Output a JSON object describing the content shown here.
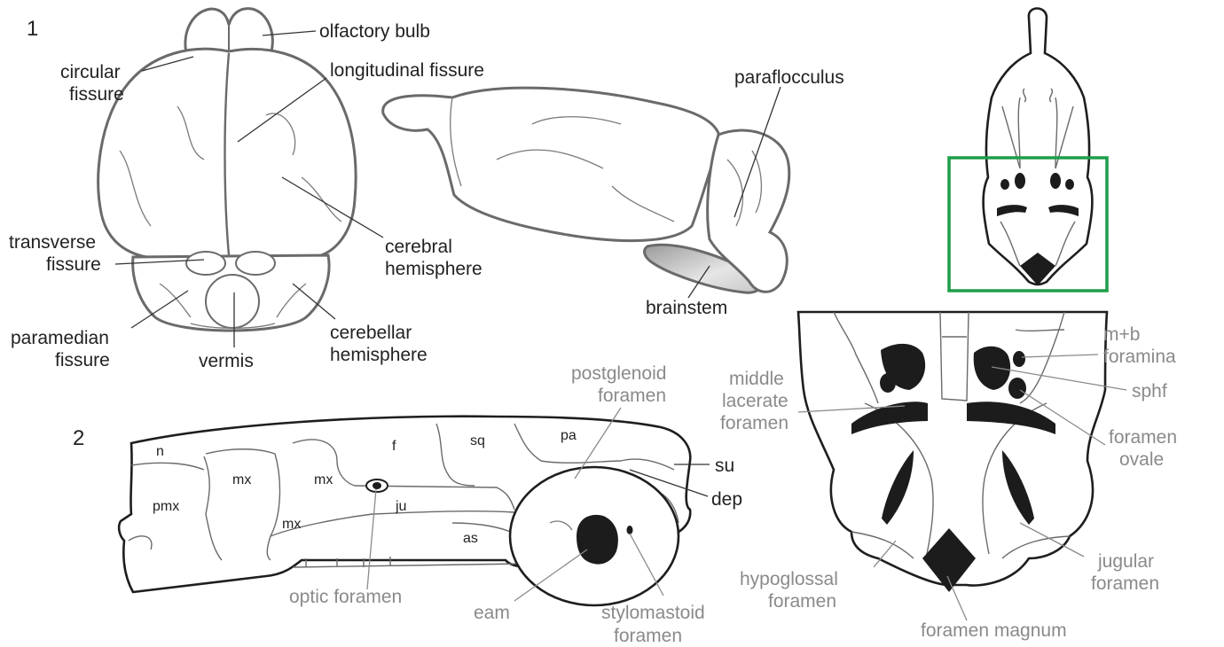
{
  "panels": {
    "one": "1",
    "two": "2"
  },
  "brain_labels": {
    "olfactory_bulb": "olfactory bulb",
    "circular_fissure": [
      "circular",
      "fissure"
    ],
    "longitudinal_fissure": "longitudinal fissure",
    "paraflocculus": "paraflocculus",
    "transverse_fissure": [
      "transverse",
      "fissure"
    ],
    "cerebral_hemisphere": [
      "cerebral",
      "hemisphere"
    ],
    "brainstem": "brainstem",
    "paramedian_fissure": [
      "paramedian",
      "fissure"
    ],
    "vermis": "vermis",
    "cerebellar_hemisphere": [
      "cerebellar",
      "hemisphere"
    ]
  },
  "skull_lateral_labels": {
    "n": "n",
    "pmx": "pmx",
    "mx_nasal": "mx",
    "mx_orbit": "mx",
    "mx_jugal": "mx",
    "f": "f",
    "sq": "sq",
    "pa": "pa",
    "ju": "ju",
    "as": "as",
    "su": "su",
    "dep": "dep",
    "postglenoid_foramen": [
      "postglenoid",
      "foramen"
    ],
    "optic_foramen": "optic foramen",
    "eam": "eam",
    "stylomastoid_foramen": [
      "stylomastoid",
      "foramen"
    ]
  },
  "skull_ventral_labels": {
    "mb_foramina": [
      "m+b",
      "foramina"
    ],
    "middle_lacerate_foramen": [
      "middle",
      "lacerate",
      "foramen"
    ],
    "sphf": "sphf",
    "foramen_ovale": [
      "foramen",
      "ovale"
    ],
    "jugular_foramen": [
      "jugular",
      "foramen"
    ],
    "hypoglossal_foramen": [
      "hypoglossal",
      "foramen"
    ],
    "foramen_magnum": "foramen magnum"
  },
  "colors": {
    "brain_outline": "#6a6a6a",
    "skull_outline": "#1e1e1e",
    "label_dark": "#222222",
    "label_gray": "#8a8a8a",
    "foramen_fill": "#1c1c1c",
    "highlight_box": "#1e9e4a"
  }
}
